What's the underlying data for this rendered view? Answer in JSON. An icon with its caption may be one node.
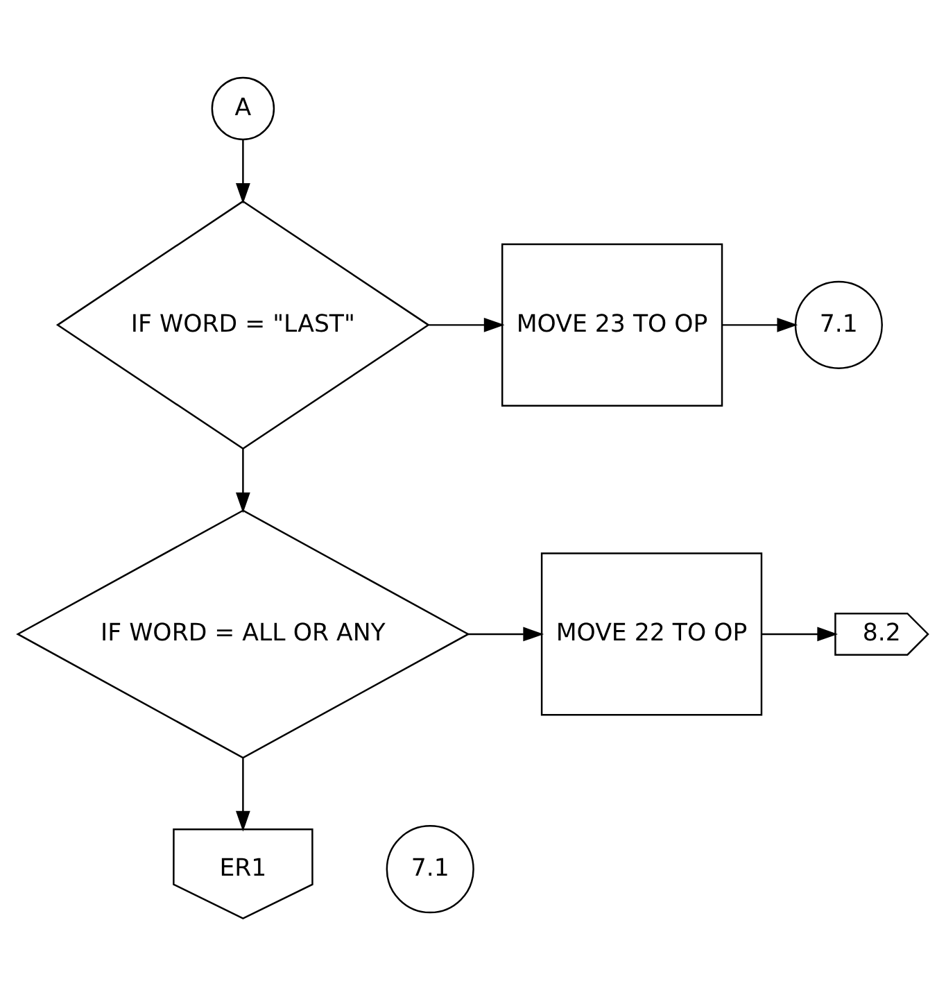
{
  "diagram": {
    "nodes": [
      {
        "text": [
          "A"
        ]
      },
      {
        "text": [
          "IF WORD = \"LAST\""
        ]
      },
      {
        "text": [
          "MOVE 23 TO OP"
        ]
      },
      {
        "text": [
          "7.1"
        ]
      },
      {
        "text": [
          "IF WORD = ALL OR ANY"
        ]
      },
      {
        "text": [
          "MOVE 22 TO OP"
        ]
      },
      {
        "text": [
          "8.2"
        ]
      },
      {
        "text": [
          "ER1"
        ]
      },
      {
        "text": [
          "7.1"
        ]
      }
    ],
    "edges": [
      {
        "from": 0,
        "to": 1,
        "arrow": "to"
      },
      {
        "from": 1,
        "to": 2,
        "arrow": "to"
      },
      {
        "from": 2,
        "to": 3,
        "arrow": "to"
      },
      {
        "from": 1,
        "to": 4,
        "arrow": "to"
      },
      {
        "from": 4,
        "to": 5,
        "arrow": "to"
      },
      {
        "from": 5,
        "to": 6,
        "arrow": "to"
      },
      {
        "from": 4,
        "to": 7,
        "arrow": "to"
      }
    ]
  }
}
